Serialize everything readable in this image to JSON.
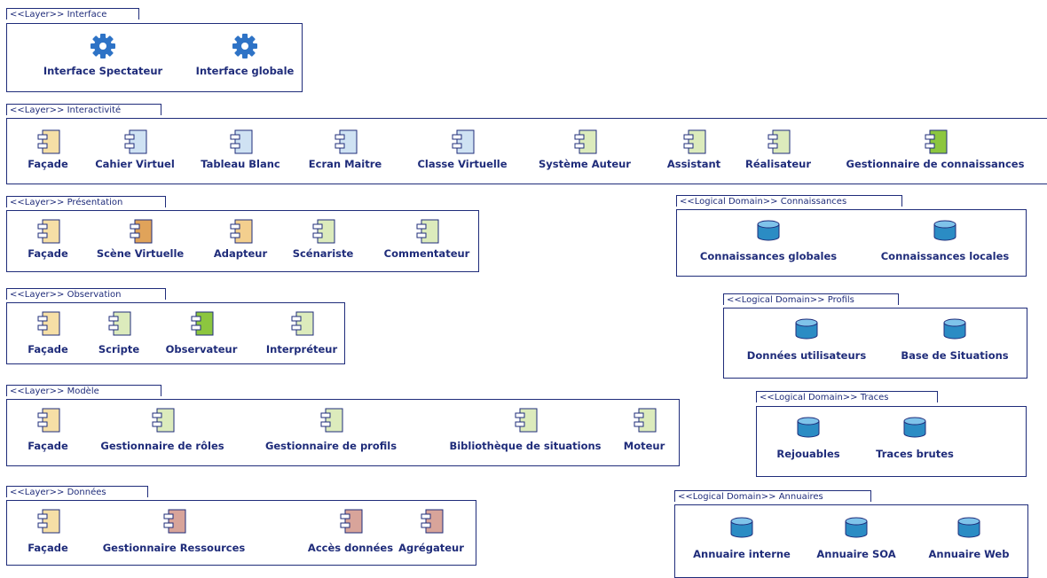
{
  "colors": {
    "stroke": "#1f2c7a",
    "facade": "#f6dfa6",
    "light_blue": "#cfe2f3",
    "light_green": "#dcebbc",
    "bright_green": "#8cc63f",
    "orange": "#e0a35a",
    "light_orange": "#f3cf8e",
    "rose": "#d8a49a",
    "db": "#2b8cc4",
    "gear": "#2e73c6"
  },
  "packages": {
    "interface": {
      "title": "<<Layer>> Interface",
      "items": [
        {
          "label": "Interface Spectateur",
          "icon": "gear-icon"
        },
        {
          "label": "Interface globale",
          "icon": "gear-icon"
        }
      ]
    },
    "interactivite": {
      "title": "<<Layer>> Interactivité",
      "items": [
        {
          "label": "Façade",
          "icon": "component-icon",
          "color": "facade"
        },
        {
          "label": "Cahier Virtuel",
          "icon": "component-icon",
          "color": "light_blue"
        },
        {
          "label": "Tableau Blanc",
          "icon": "component-icon",
          "color": "light_blue"
        },
        {
          "label": "Ecran Maitre",
          "icon": "component-icon",
          "color": "light_blue"
        },
        {
          "label": "Classe Virtuelle",
          "icon": "component-icon",
          "color": "light_blue"
        },
        {
          "label": "Système Auteur",
          "icon": "component-icon",
          "color": "light_green"
        },
        {
          "label": "Assistant",
          "icon": "component-icon",
          "color": "light_green"
        },
        {
          "label": "Réalisateur",
          "icon": "component-icon",
          "color": "light_green"
        },
        {
          "label": "Gestionnaire de connaissances",
          "icon": "component-icon",
          "color": "bright_green"
        }
      ]
    },
    "presentation": {
      "title": "<<Layer>> Présentation",
      "items": [
        {
          "label": "Façade",
          "icon": "component-icon",
          "color": "facade"
        },
        {
          "label": "Scène Virtuelle",
          "icon": "component-icon",
          "color": "orange"
        },
        {
          "label": "Adapteur",
          "icon": "component-icon",
          "color": "light_orange"
        },
        {
          "label": "Scénariste",
          "icon": "component-icon",
          "color": "light_green"
        },
        {
          "label": "Commentateur",
          "icon": "component-icon",
          "color": "light_green"
        }
      ]
    },
    "observation": {
      "title": "<<Layer>> Observation",
      "items": [
        {
          "label": "Façade",
          "icon": "component-icon",
          "color": "facade"
        },
        {
          "label": "Scripte",
          "icon": "component-icon",
          "color": "light_green"
        },
        {
          "label": "Observateur",
          "icon": "component-icon",
          "color": "bright_green"
        },
        {
          "label": "Interpréteur",
          "icon": "component-icon",
          "color": "light_green"
        }
      ]
    },
    "modele": {
      "title": "<<Layer>> Modèle",
      "items": [
        {
          "label": "Façade",
          "icon": "component-icon",
          "color": "facade"
        },
        {
          "label": "Gestionnaire de rôles",
          "icon": "component-icon",
          "color": "light_green"
        },
        {
          "label": "Gestionnaire de profils",
          "icon": "component-icon",
          "color": "light_green"
        },
        {
          "label": "Bibliothèque de situations",
          "icon": "component-icon",
          "color": "light_green"
        },
        {
          "label": "Moteur",
          "icon": "component-icon",
          "color": "light_green"
        }
      ]
    },
    "donnees": {
      "title": "<<Layer>> Données",
      "items": [
        {
          "label": "Façade",
          "icon": "component-icon",
          "color": "facade"
        },
        {
          "label": "Gestionnaire Ressources",
          "icon": "component-icon",
          "color": "rose"
        },
        {
          "label": "Accès données",
          "icon": "component-icon",
          "color": "rose"
        },
        {
          "label": "Agrégateur",
          "icon": "component-icon",
          "color": "rose"
        }
      ]
    },
    "connaissances": {
      "title": "<<Logical Domain>> Connaissances",
      "items": [
        {
          "label": "Connaissances globales",
          "icon": "database-icon"
        },
        {
          "label": "Connaissances locales",
          "icon": "database-icon"
        }
      ]
    },
    "profils": {
      "title": "<<Logical Domain>> Profils",
      "items": [
        {
          "label": "Données utilisateurs",
          "icon": "database-icon"
        },
        {
          "label": "Base de Situations",
          "icon": "database-icon"
        }
      ]
    },
    "traces": {
      "title": "<<Logical Domain>> Traces",
      "items": [
        {
          "label": "Rejouables",
          "icon": "database-icon"
        },
        {
          "label": "Traces brutes",
          "icon": "database-icon"
        }
      ]
    },
    "annuaires": {
      "title": "<<Logical Domain>> Annuaires",
      "items": [
        {
          "label": "Annuaire interne",
          "icon": "database-icon"
        },
        {
          "label": "Annuaire SOA",
          "icon": "database-icon"
        },
        {
          "label": "Annuaire Web",
          "icon": "database-icon"
        }
      ]
    }
  }
}
